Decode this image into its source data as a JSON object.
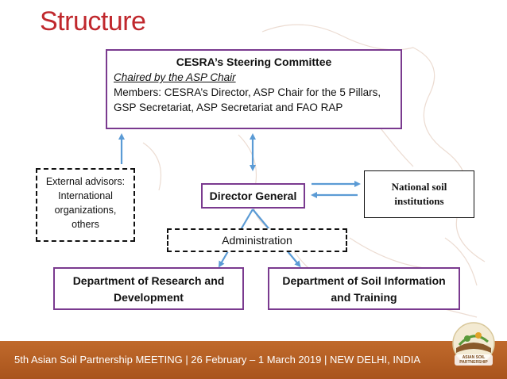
{
  "title": "Structure",
  "steering_committee": {
    "heading": "CESRA’s Steering Committee",
    "chair": "Chaired by the ASP Chair",
    "members_line1": "Members: CESRA’s Director, ASP Chair for the 5 Pillars,",
    "members_line2": "GSP Secretariat, ASP Secretariat and FAO RAP"
  },
  "external_advisors": {
    "line1": "External advisors:",
    "line2": "International",
    "line3": "organizations,",
    "line4": "others"
  },
  "director_general": "Director General",
  "national_soil": {
    "line1": "National soil",
    "line2": "institutions"
  },
  "administration": "Administration",
  "dept_research": {
    "line1": "Department of Research and",
    "line2": "Development"
  },
  "dept_soil_info": {
    "line1": "Department of Soil Information",
    "line2": "and Training"
  },
  "footer": "5th Asian Soil Partnership MEETING | 26 February – 1 March 2019 | NEW DELHI, INDIA",
  "logo": {
    "line1": "ASIAN SOIL",
    "line2": "PARTNERSHIP"
  },
  "colors": {
    "title": "#c0282d",
    "box_border": "#7a3a8f",
    "arrow": "#5b9bd5",
    "footer": "#b05d22"
  }
}
